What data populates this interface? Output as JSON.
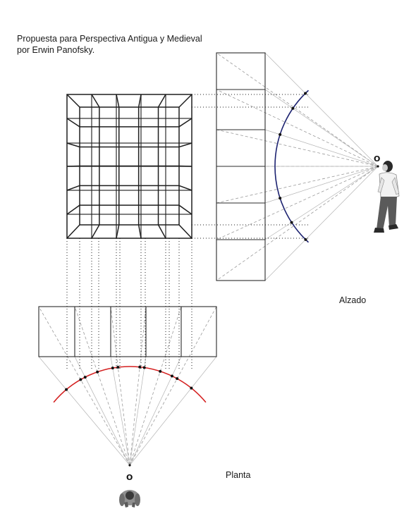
{
  "title": {
    "line1": "Propuesta para Perspectiva Antigua y Medieval",
    "line2": "por Erwin Panofsky."
  },
  "labels": {
    "elevation": "Alzado",
    "plan": "Planta",
    "observer_elevation": "O",
    "observer_plan": "O"
  },
  "colors": {
    "elevation_arc": "#1c2270",
    "plan_arc": "#d41f1f",
    "lines": "#2b2b2b",
    "construction": "#9a9a9a"
  },
  "icons": {
    "standing_person": "standing-person-icon",
    "top_view_person": "top-view-person-icon"
  }
}
